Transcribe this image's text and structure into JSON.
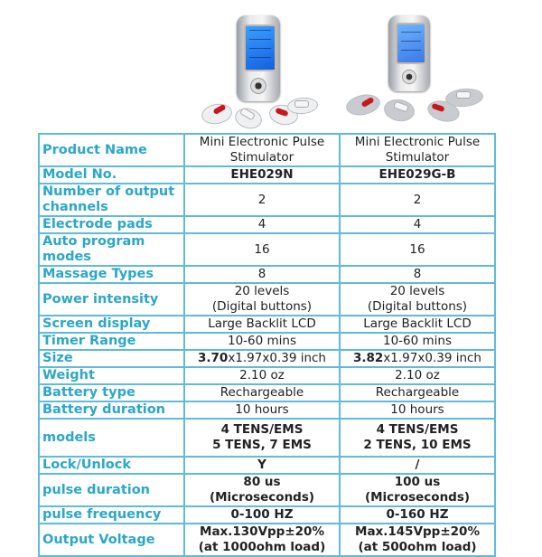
{
  "columns": [
    "",
    "EHE029N",
    "EHE029G-B"
  ],
  "rows": [
    {
      "label": "Product Name",
      "a": [
        "Mini Electronic Pulse",
        "Stimulator"
      ],
      "b": [
        "Mini Electronic Pulse",
        "Stimulator"
      ]
    },
    {
      "label": "Model No.",
      "a": [
        "EHE029N"
      ],
      "b": [
        "EHE029G-B"
      ]
    },
    {
      "label": "Number of output channels",
      "a": [
        "2"
      ],
      "b": [
        "2"
      ]
    },
    {
      "label": "Electrode pads",
      "a": [
        "4"
      ],
      "b": [
        "4"
      ]
    },
    {
      "label": "Auto program modes",
      "a": [
        "16"
      ],
      "b": [
        "16"
      ]
    },
    {
      "label": "Massage Types",
      "a": [
        "8"
      ],
      "b": [
        "8"
      ]
    },
    {
      "label": "Power intensity",
      "a": [
        "20 levels",
        "(Digital buttons)"
      ],
      "b": [
        "20 levels",
        "(Digital buttons)"
      ]
    },
    {
      "label": "Screen display",
      "a": [
        "Large Backlit LCD"
      ],
      "b": [
        "Large Backlit LCD"
      ]
    },
    {
      "label": "Timer Range",
      "a": [
        "10-60 mins"
      ],
      "b": [
        "10-60 mins"
      ]
    },
    {
      "label": "Size",
      "a_bold": "3.70",
      "a_rest": "x1.97x0.39 inch",
      "b_bold": "3.82",
      "b_rest": "x1.97x0.39 inch"
    },
    {
      "label": "Weight",
      "a": [
        "2.10 oz"
      ],
      "b": [
        "2.10 oz"
      ]
    },
    {
      "label": "Battery type",
      "a": [
        "Rechargeable"
      ],
      "b": [
        "Rechargeable"
      ]
    },
    {
      "label": "Battery duration",
      "a": [
        "10 hours"
      ],
      "b": [
        "10 hours"
      ]
    },
    {
      "label": "models",
      "a": [
        "4 TENS/EMS",
        "5 TENS, 7 EMS"
      ],
      "b": [
        "4 TENS/EMS",
        "2 TENS, 10 EMS"
      ]
    },
    {
      "label": "Lock/Unlock",
      "a": [
        "Y"
      ],
      "b": [
        "/"
      ]
    },
    {
      "label": "pulse duration",
      "a": [
        "80 us",
        "(Microseconds)"
      ],
      "b": [
        "100 us",
        "(Microseconds)"
      ]
    },
    {
      "label": "pulse frequency",
      "a": [
        "0-100 HZ"
      ],
      "b": [
        "0-160 HZ"
      ]
    },
    {
      "label": "Output Voltage",
      "a": [
        "Max.130Vpp±20%",
        "(at 1000ohm load)"
      ],
      "b": [
        "Max.145Vpp±20%",
        "(at 500ohm load)"
      ]
    }
  ]
}
